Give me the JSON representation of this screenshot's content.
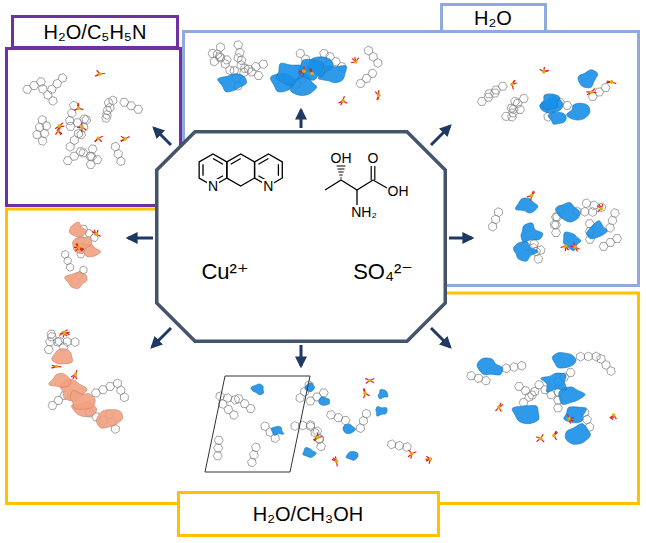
{
  "diagram": {
    "nodes": [
      {
        "text": [
          "H₂O/C₅H₅N"
        ]
      },
      {
        "text": [
          "H₂O"
        ]
      },
      {
        "text": [
          "Cu²⁺",
          "SO₄²⁻"
        ]
      },
      {
        "text": [
          "H₂O/CH₃OH"
        ]
      }
    ],
    "labels": [
      "N",
      "N",
      "OH",
      "O",
      "OH",
      "NH₂"
    ]
  }
}
